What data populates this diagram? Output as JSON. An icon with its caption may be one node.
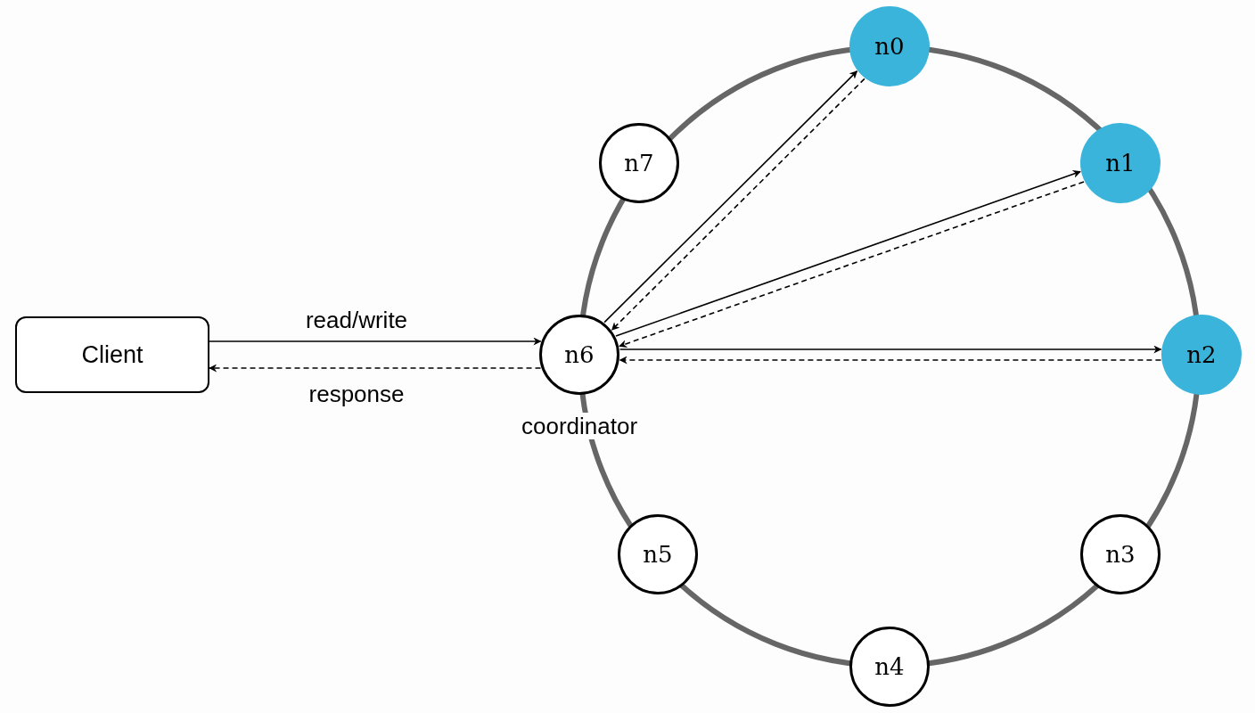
{
  "diagram": {
    "nodes": [
      {
        "text": [
          "Client"
        ]
      },
      {
        "text": [
          "n0"
        ]
      },
      {
        "text": [
          "n1"
        ]
      },
      {
        "text": [
          "n2"
        ]
      },
      {
        "text": [
          "n3"
        ]
      },
      {
        "text": [
          "n4"
        ]
      },
      {
        "text": [
          "n5"
        ]
      },
      {
        "text": [
          "n6"
        ],
        "beside": [
          "coordinator"
        ]
      },
      {
        "text": [
          "n7"
        ]
      }
    ],
    "edges": [
      {
        "from": 0,
        "to": 7,
        "arrow": "to",
        "label": "read/write"
      },
      {
        "from": 7,
        "to": 0,
        "arrow": "to",
        "style": "dashed",
        "label": "response"
      },
      {
        "from": 7,
        "to": 1,
        "arrow": "to"
      },
      {
        "from": 1,
        "to": 7,
        "arrow": "to",
        "style": "dashed"
      },
      {
        "from": 7,
        "to": 2,
        "arrow": "to"
      },
      {
        "from": 2,
        "to": 7,
        "arrow": "to",
        "style": "dashed"
      },
      {
        "from": 7,
        "to": 3,
        "arrow": "to"
      },
      {
        "from": 3,
        "to": 7,
        "arrow": "to",
        "style": "dashed"
      }
    ]
  }
}
